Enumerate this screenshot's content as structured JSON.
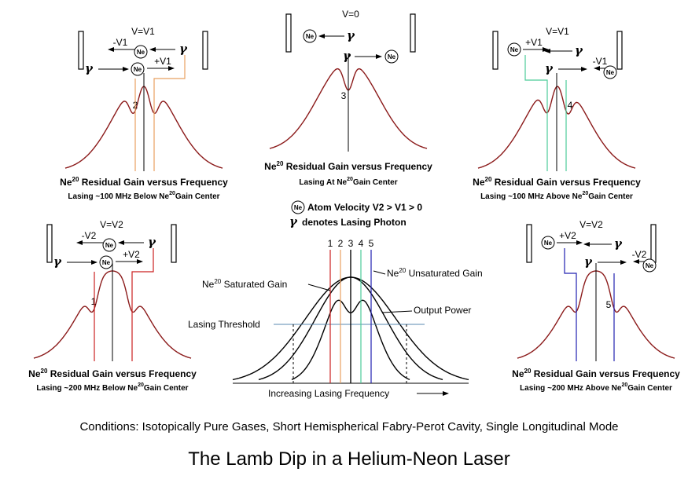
{
  "title": "The Lamb Dip in a Helium-Neon Laser",
  "conditions": "Conditions: Isotopically Pure Gases, Short Hemispherical Fabry-Perot Cavity, Single Longitudinal Mode",
  "legend": {
    "atom_symbol": "Ne",
    "atom_text": "Atom Velocity V2 > V1 > 0",
    "photon_symbol": "γ",
    "photon_text": "denotes Lasing Photon"
  },
  "isotope": {
    "element": "Ne",
    "mass": "20"
  },
  "panels": [
    {
      "id": "below100",
      "velocity": "V=V1",
      "neg": "-V1",
      "pos": "+V1",
      "marker": "2",
      "caption": "Residual Gain versus Frequency",
      "sub_pre": "Lasing ~100 MHz Below",
      "sub_post": "Gain Center",
      "line_color": "#e8a060"
    },
    {
      "id": "center",
      "velocity": "V=0",
      "neg": "",
      "pos": "",
      "marker": "3",
      "caption": "Residual Gain versus Frequency",
      "sub_pre": "Lasing At",
      "sub_post": "Gain Center",
      "line_color": "#000000"
    },
    {
      "id": "above100",
      "velocity": "V=V1",
      "neg": "-V1",
      "pos": "+V1",
      "marker": "4",
      "caption": "Residual Gain versus Frequency",
      "sub_pre": "Lasing ~100 MHz Above",
      "sub_post": "Gain Center",
      "line_color": "#4ccc99"
    },
    {
      "id": "below200",
      "velocity": "V=V2",
      "neg": "-V2",
      "pos": "+V2",
      "marker": "1",
      "caption": "Residual Gain versus Frequency",
      "sub_pre": "Lasing ~200 MHz Below",
      "sub_post": "Gain Center",
      "line_color": "#cc2020"
    },
    {
      "id": "above200",
      "velocity": "V=V2",
      "neg": "-V2",
      "pos": "+V2",
      "marker": "5",
      "caption": "Residual Gain versus Frequency",
      "sub_pre": "Lasing ~200 MHz Above",
      "sub_post": "Gain Center",
      "line_color": "#2020b0"
    }
  ],
  "main": {
    "unsaturated": "Unsaturated Gain",
    "saturated": "Saturated Gain",
    "output": "Output Power",
    "threshold": "Lasing Threshold",
    "xlabel": "Increasing Lasing Frequency",
    "arrow": "⟶",
    "markers": [
      "1",
      "2",
      "3",
      "4",
      "5"
    ],
    "marker_colors": [
      "#cc2020",
      "#e8a060",
      "#000000",
      "#4ccc99",
      "#2020b0"
    ]
  }
}
